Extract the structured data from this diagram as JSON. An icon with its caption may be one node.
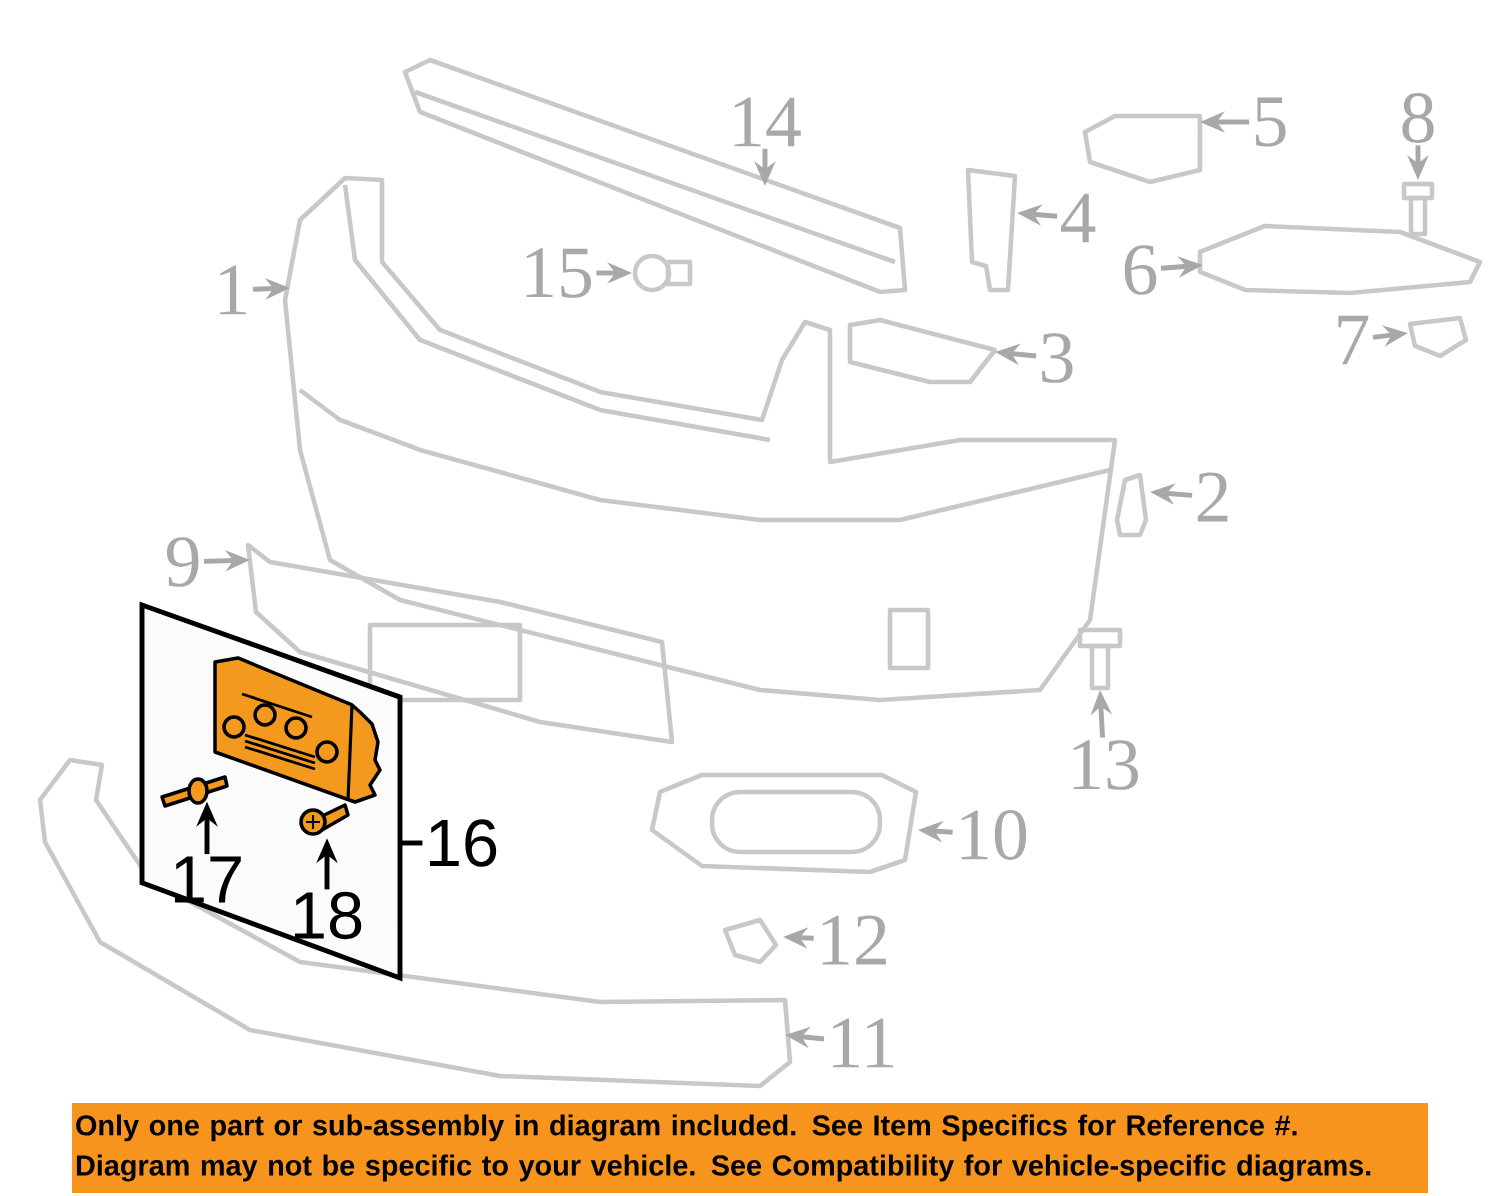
{
  "diagram": {
    "nodes": [
      {
        "text": [],
        "shape": "box"
      },
      {
        "text": [
          "1"
        ]
      },
      {
        "text": [
          "2"
        ]
      },
      {
        "text": [
          "3"
        ]
      },
      {
        "text": [
          "4"
        ]
      },
      {
        "text": [
          "5"
        ]
      },
      {
        "text": [
          "6"
        ]
      },
      {
        "text": [
          "7"
        ]
      },
      {
        "text": [
          "8"
        ]
      },
      {
        "text": [
          "9"
        ]
      },
      {
        "text": [
          "10"
        ]
      },
      {
        "text": [
          "11"
        ]
      },
      {
        "text": [
          "12"
        ]
      },
      {
        "text": [
          "13"
        ]
      },
      {
        "text": [
          "14"
        ]
      },
      {
        "text": [
          "15"
        ]
      },
      {
        "text": [
          "16"
        ]
      },
      {
        "text": [
          "17"
        ],
        "in": 0
      },
      {
        "text": [
          "18"
        ],
        "in": 0
      },
      {
        "text": [
          "Only one part or sub-assembly in diagram included. See Item Specifics for Reference #.",
          "Diagram may not be specific to your vehicle. See Compatibility for vehicle-specific diagrams."
        ]
      },
      {
        "text": [],
        "shape": "picture",
        "in": 0
      },
      {
        "text": [],
        "shape": "picture",
        "in": 0
      }
    ],
    "edges": [
      {
        "from": 1,
        "to": null,
        "arrow": "to"
      },
      {
        "from": 2,
        "to": null,
        "arrow": "to"
      },
      {
        "from": 3,
        "to": null,
        "arrow": "to"
      },
      {
        "from": 4,
        "to": null,
        "arrow": "to"
      },
      {
        "from": 5,
        "to": null,
        "arrow": "to"
      },
      {
        "from": 6,
        "to": null,
        "arrow": "to"
      },
      {
        "from": 7,
        "to": null,
        "arrow": "to"
      },
      {
        "from": 8,
        "to": null,
        "arrow": "to"
      },
      {
        "from": 9,
        "to": null,
        "arrow": "to"
      },
      {
        "from": 10,
        "to": null,
        "arrow": "to"
      },
      {
        "from": 11,
        "to": null,
        "arrow": "to"
      },
      {
        "from": 12,
        "to": null,
        "arrow": "to"
      },
      {
        "from": 13,
        "to": null,
        "arrow": "to"
      },
      {
        "from": 14,
        "to": null,
        "arrow": "to"
      },
      {
        "from": 15,
        "to": null,
        "arrow": "to"
      },
      {
        "from": 16,
        "to": 0,
        "arrow": "none",
        "color": "#000000"
      },
      {
        "from": 17,
        "to": 20,
        "arrow": "to",
        "color": "#000000"
      },
      {
        "from": 18,
        "to": 21,
        "arrow": "to",
        "color": "#000000"
      }
    ]
  }
}
